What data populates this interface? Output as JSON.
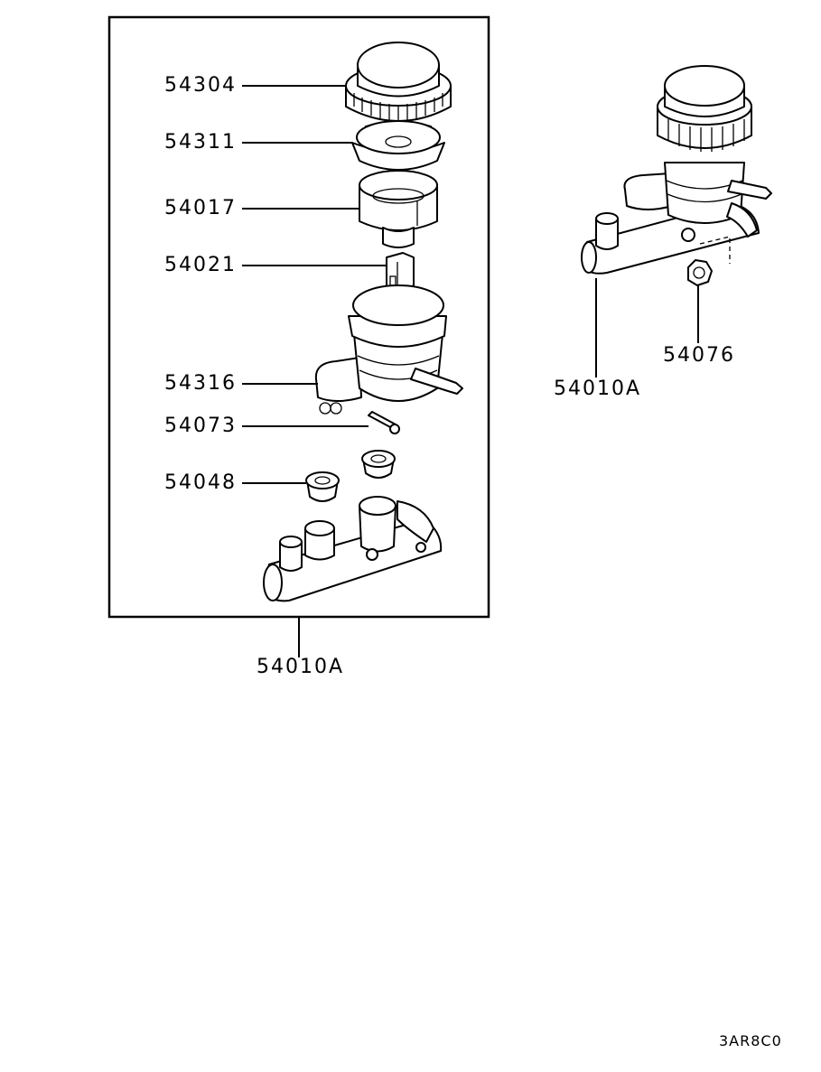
{
  "diagram": {
    "labels": {
      "cap": "54304",
      "diaphragm": "54311",
      "strainer": "54017",
      "float": "54021",
      "reservoir": "54316",
      "pin": "54073",
      "grommet": "54048",
      "assembly_left": "54010A",
      "assembly_right": "54010A",
      "nut": "54076"
    },
    "drawing_code": "3AR8C0"
  }
}
